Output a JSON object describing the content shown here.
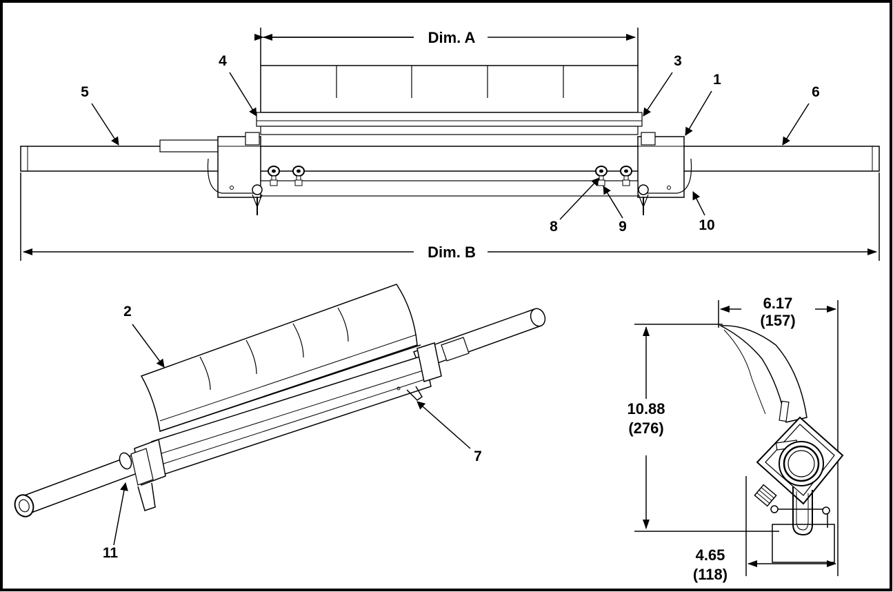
{
  "dimensions": {
    "dim_a": "Dim. A",
    "dim_b": "Dim. B",
    "width": "6.17",
    "width_metric": "(157)",
    "height": "10.88",
    "height_metric": "(276)",
    "offset": "4.65",
    "offset_metric": "(118)"
  },
  "callouts": {
    "c1": "1",
    "c2": "2",
    "c3": "3",
    "c4": "4",
    "c5": "5",
    "c6": "6",
    "c7": "7",
    "c8": "8",
    "c9": "9",
    "c10": "10",
    "c11": "11"
  }
}
